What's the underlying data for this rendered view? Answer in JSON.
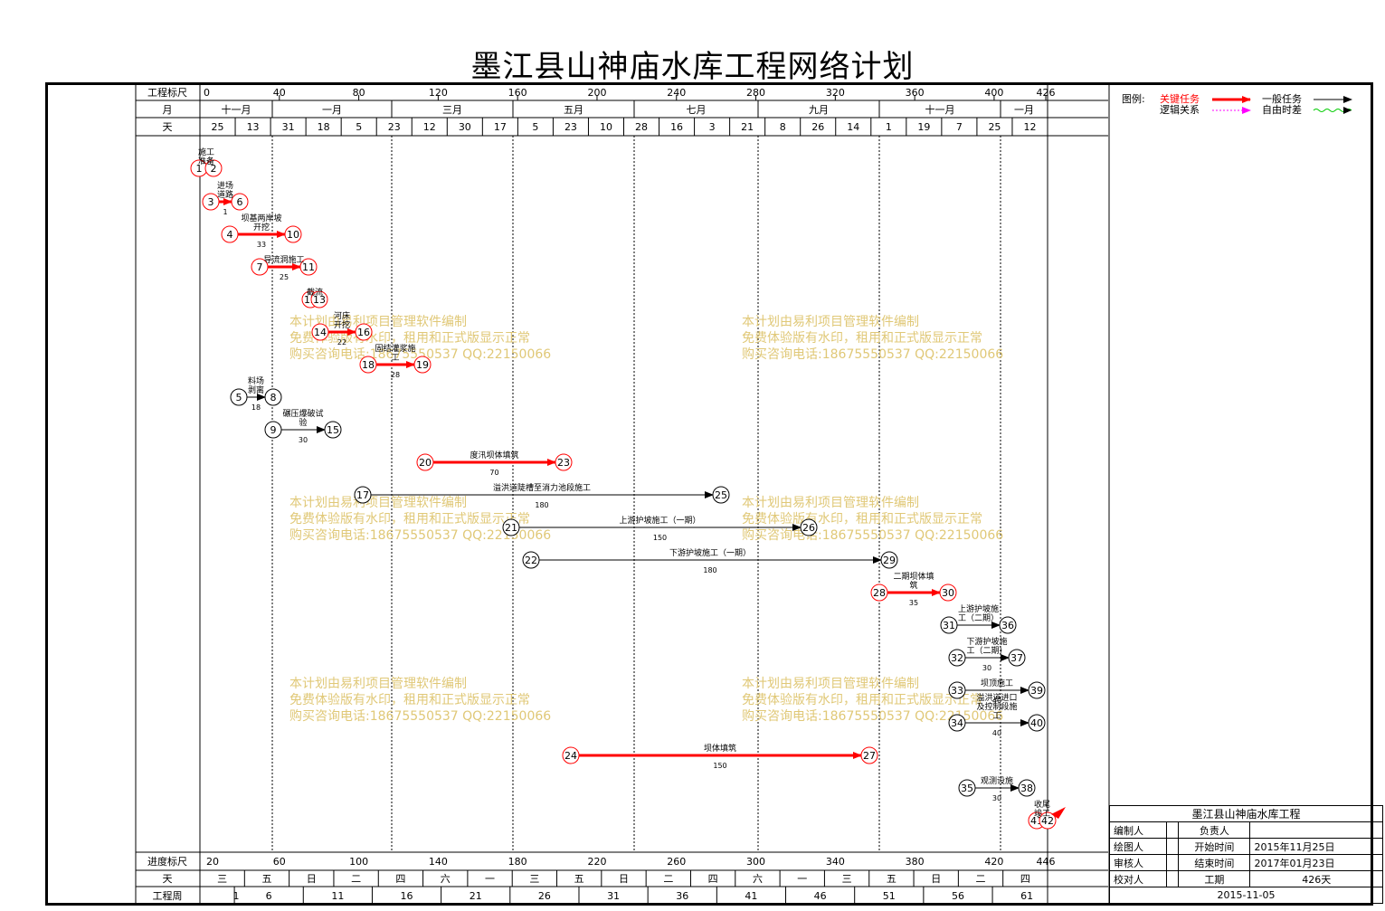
{
  "title": "墨江县山神庙水库工程网络计划",
  "scale": {
    "top_ruler_label": "工程标尺",
    "top_ruler_ticks": [
      "0",
      "40",
      "80",
      "120",
      "160",
      "200",
      "240",
      "280",
      "320",
      "360",
      "400",
      "426"
    ],
    "month_label": "月",
    "months": [
      "十一月",
      "一月",
      "三月",
      "五月",
      "七月",
      "九月",
      "十一月",
      "一月"
    ],
    "day_label": "天",
    "days": [
      "25",
      "13",
      "31",
      "18",
      "5",
      "23",
      "12",
      "30",
      "17",
      "5",
      "23",
      "10",
      "28",
      "16",
      "3",
      "21",
      "8",
      "26",
      "14",
      "1",
      "19",
      "7",
      "25",
      "12"
    ],
    "progress_label": "进度标尺",
    "progress_ticks": [
      "20",
      "60",
      "100",
      "140",
      "180",
      "220",
      "260",
      "300",
      "340",
      "380",
      "420",
      "446"
    ],
    "weekday_label": "天",
    "weekdays": [
      "三",
      "五",
      "日",
      "二",
      "四",
      "六",
      "一",
      "三",
      "五",
      "日",
      "二",
      "四",
      "六",
      "一",
      "三",
      "五",
      "日",
      "二",
      "四"
    ],
    "week_label": "工程周",
    "weeks": [
      "1",
      "6",
      "11",
      "16",
      "21",
      "26",
      "31",
      "36",
      "41",
      "46",
      "51",
      "56",
      "61"
    ]
  },
  "legend": {
    "label": "图例:",
    "critical": "关键任务",
    "general": "一般任务",
    "logic": "逻辑关系",
    "free_float": "自由时差",
    "colors": {
      "critical": "#ff0000",
      "general": "#000000",
      "logic": "#ff00ff",
      "free_float": "#00cc00"
    }
  },
  "watermark": [
    "本计划由易利项目管理软件编制",
    "免费体验版有水印，租用和正式版显示正常",
    "购买咨询电话:18675550537 QQ:22150066"
  ],
  "tasks": [
    {
      "from": "1",
      "to": "2",
      "name": "施工准备",
      "duration": "",
      "critical": true
    },
    {
      "from": "3",
      "to": "6",
      "name": "进场道路",
      "duration": "1",
      "critical": true
    },
    {
      "from": "4",
      "to": "10",
      "name": "坝基两岸坡开挖",
      "duration": "33",
      "critical": true
    },
    {
      "from": "7",
      "to": "11",
      "name": "导流洞施工",
      "duration": "25",
      "critical": true
    },
    {
      "from": "12",
      "to": "13",
      "name": "截流",
      "duration": "",
      "critical": true
    },
    {
      "from": "14",
      "to": "16",
      "name": "河床开挖",
      "duration": "22",
      "critical": true
    },
    {
      "from": "18",
      "to": "19",
      "name": "固结灌浆施工",
      "duration": "28",
      "critical": true
    },
    {
      "from": "5",
      "to": "8",
      "name": "料场剥离",
      "duration": "18",
      "critical": false
    },
    {
      "from": "9",
      "to": "15",
      "name": "碾压爆破试验",
      "duration": "30",
      "critical": false
    },
    {
      "from": "20",
      "to": "23",
      "name": "度汛坝体填筑",
      "duration": "70",
      "critical": true
    },
    {
      "from": "17",
      "to": "25",
      "name": "溢洪道陡槽至消力池段施工",
      "duration": "180",
      "critical": false
    },
    {
      "from": "21",
      "to": "26",
      "name": "上游护坡施工（一期）",
      "duration": "150",
      "critical": false
    },
    {
      "from": "22",
      "to": "29",
      "name": "下游护坡施工（一期）",
      "duration": "180",
      "critical": false
    },
    {
      "from": "28",
      "to": "30",
      "name": "二期坝体填筑",
      "duration": "35",
      "critical": true
    },
    {
      "from": "31",
      "to": "36",
      "name": "上游护坡施工（二期）",
      "duration": "",
      "critical": false
    },
    {
      "from": "32",
      "to": "37",
      "name": "下游护坡施工（二期）",
      "duration": "30",
      "critical": false
    },
    {
      "from": "33",
      "to": "39",
      "name": "坝顶施工",
      "duration": "40",
      "critical": false
    },
    {
      "from": "34",
      "to": "40",
      "name": "溢洪道进口及控制段施工",
      "duration": "40",
      "critical": false
    },
    {
      "from": "24",
      "to": "27",
      "name": "坝体填筑",
      "duration": "150",
      "critical": true
    },
    {
      "from": "35",
      "to": "38",
      "name": "观测设施",
      "duration": "30",
      "critical": false
    },
    {
      "from": "41",
      "to": "42",
      "name": "收尾竣工",
      "duration": "",
      "critical": true
    }
  ],
  "info": {
    "project": "墨江县山神庙水库工程",
    "compiler_label": "编制人",
    "compiler": "",
    "manager_label": "负责人",
    "manager": "",
    "drawer_label": "绘图人",
    "drawer": "",
    "start_label": "开始时间",
    "start": "2015年11月25日",
    "reviewer_label": "审核人",
    "reviewer": "",
    "end_label": "结束时间",
    "end": "2017年01月23日",
    "checker_label": "校对人",
    "checker": "",
    "duration_label": "工期",
    "duration": "426天",
    "date": "2015-11-05"
  }
}
